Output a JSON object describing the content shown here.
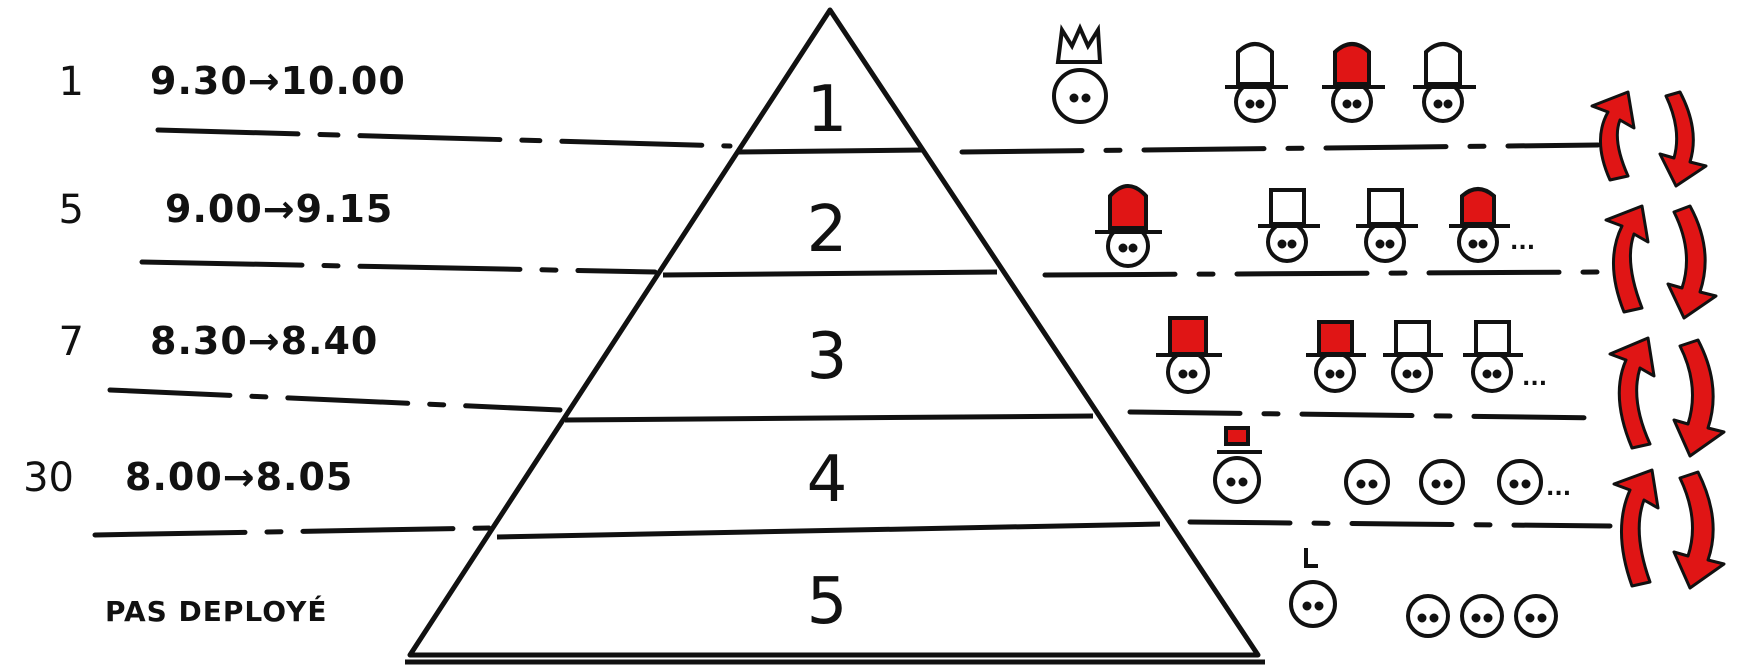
{
  "colors": {
    "ink": "#111111",
    "accent": "#e01515",
    "paper": "#ffffff"
  },
  "rows": [
    {
      "count": "1",
      "time": "9.30→10.00",
      "level": "1"
    },
    {
      "count": "5",
      "time": "9.00→9.15",
      "level": "2"
    },
    {
      "count": "7",
      "time": "8.30→8.40",
      "level": "3"
    },
    {
      "count": "30",
      "time": "8.00→8.05",
      "level": "4"
    },
    {
      "count": "",
      "time": "",
      "level": "5"
    }
  ],
  "not_deployed_label": "PAS DEPLOYÉ",
  "ellipsis": "...",
  "figure_tiers": [
    {
      "figures": [
        "crown",
        "tophat",
        "tophat-red",
        "tophat"
      ],
      "ellipsis": false
    },
    {
      "figures": [
        "tophat-red",
        "tophat",
        "tophat",
        "tophat-red"
      ],
      "ellipsis": true
    },
    {
      "figures": [
        "tophat-red",
        "tophat-red",
        "tophat",
        "tophat"
      ],
      "ellipsis": true
    },
    {
      "figures": [
        "cap-red",
        "plain",
        "plain",
        "plain"
      ],
      "ellipsis": true
    },
    {
      "figures": [
        "plain-l",
        "plain",
        "plain",
        "plain"
      ],
      "ellipsis": false
    }
  ]
}
